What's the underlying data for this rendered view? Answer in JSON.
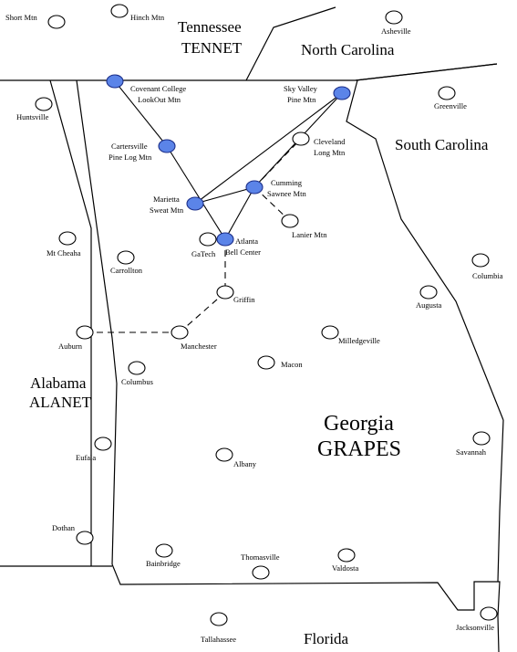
{
  "states": {
    "tennessee": {
      "name": "Tennessee",
      "network": "TENNET"
    },
    "north_carolina": {
      "name": "North Carolina"
    },
    "south_carolina": {
      "name": "South Carolina"
    },
    "alabama": {
      "name": "Alabama",
      "network": "ALANET"
    },
    "georgia": {
      "name": "Georgia",
      "network": "GRAPES"
    },
    "florida": {
      "name": "Florida"
    }
  },
  "sites": {
    "short_mtn": "Short Mtn",
    "hinch_mtn": "Hinch Mtn",
    "asheville": "Asheville",
    "huntsville": "Huntsville",
    "covenant": [
      "Covenant College",
      "LookOut Mtn"
    ],
    "sky_valley": [
      "Sky Valley",
      "Pine Mtn"
    ],
    "greenville": "Greenville",
    "cartersville": [
      "Cartersville",
      "Pine Log Mtn"
    ],
    "cleveland": [
      "Cleveland",
      "Long Mtn"
    ],
    "cumming": [
      "Cumming",
      "Sawnee Mtn"
    ],
    "marietta": [
      "Marietta",
      "Sweat Mtn"
    ],
    "lanier": "Lanier Mtn",
    "gatech": "GaTech",
    "atlanta": [
      "Atlanta",
      "Bell Center"
    ],
    "mt_cheaha": "Mt Cheaha",
    "carrollton": "Carrollton",
    "columbia": "Columbia",
    "griffin": "Griffin",
    "augusta": "Augusta",
    "auburn": "Auburn",
    "manchester": "Manchester",
    "milledgeville": "Milledgeville",
    "macon": "Macon",
    "columbus": "Columbus",
    "eufala": "Eufala",
    "albany": "Albany",
    "savannah": "Savannah",
    "dothan": "Dothan",
    "bainbridge": "Bainbridge",
    "thomasville": "Thomasville",
    "valdosta": "Valdosta",
    "tallahassee": "Tallahassee",
    "jacksonville": "Jacksonville"
  },
  "colors": {
    "active_site": "#5b84e8",
    "open_site": "#ffffff",
    "lines": "#000000"
  },
  "legend_semantics": {
    "filled_circle": "active-site-icon",
    "open_circle": "planned-site-icon",
    "solid_line": "active-link",
    "dashed_line": "planned-link"
  }
}
